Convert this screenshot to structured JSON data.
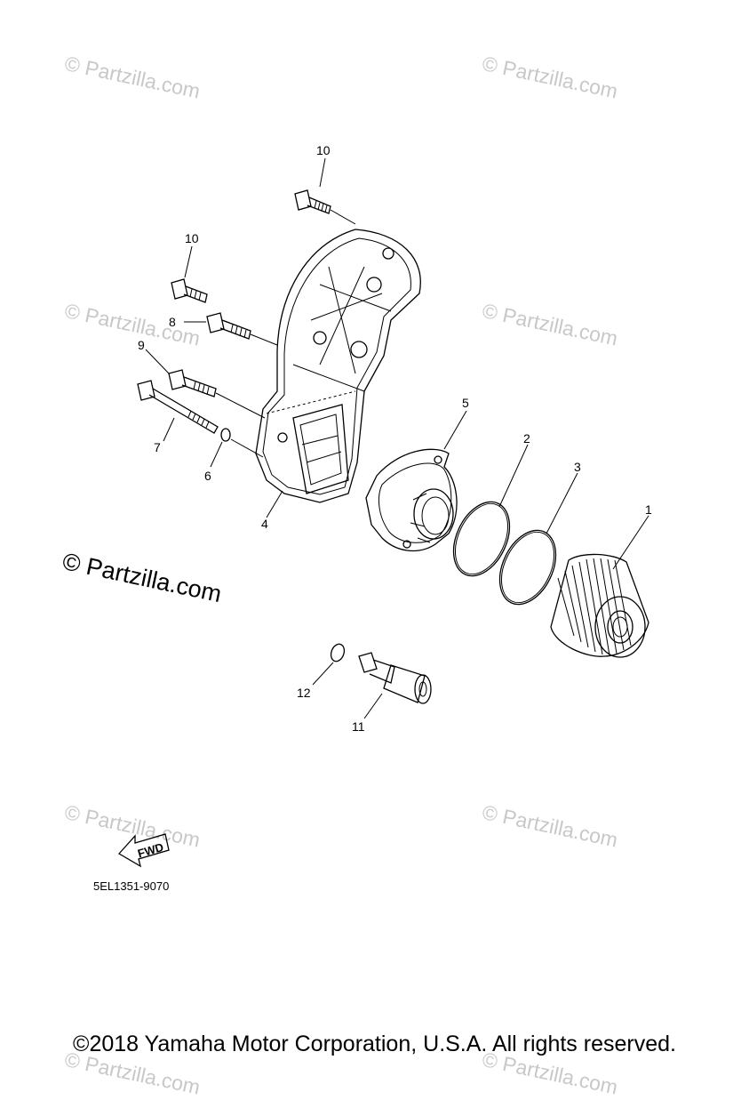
{
  "watermark": {
    "text": "© Partzilla.com",
    "main_text": "© Partzilla.com"
  },
  "callouts": {
    "c1": "1",
    "c2": "2",
    "c3": "3",
    "c4": "4",
    "c5": "5",
    "c6": "6",
    "c7": "7",
    "c8": "8",
    "c9": "9",
    "c10a": "10",
    "c10b": "10",
    "c11": "11",
    "c12": "12"
  },
  "fwd_label": "FWD",
  "diagram_code": "5EL1351-9070",
  "copyright": "©2018 Yamaha Motor Corporation, U.S.A. All rights reserved."
}
